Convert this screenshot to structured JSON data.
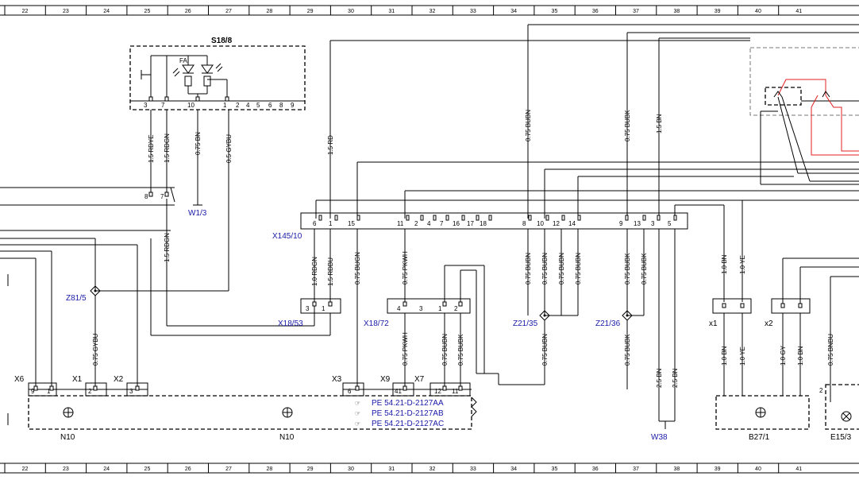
{
  "grid_columns": [
    "22",
    "23",
    "24",
    "25",
    "26",
    "27",
    "28",
    "29",
    "30",
    "31",
    "32",
    "33",
    "34",
    "35",
    "36",
    "37",
    "38",
    "39",
    "40",
    "41"
  ],
  "components": {
    "s18_8": {
      "label": "S18/8",
      "fa_label": "FA",
      "pins": [
        "3",
        "7",
        "10",
        "1",
        "2",
        "4",
        "5",
        "6",
        "8",
        "9"
      ]
    },
    "x145_10": {
      "label": "X145/10",
      "pins": [
        "6",
        "1",
        "15",
        "11",
        "2",
        "4",
        "7",
        "16",
        "17",
        "18",
        "8",
        "10",
        "12",
        "14",
        "9",
        "13",
        "3",
        "5"
      ]
    },
    "x18_53": {
      "label": "X18/53",
      "pins": [
        "3",
        "1"
      ]
    },
    "x18_72": {
      "label": "X18/72",
      "pins": [
        "4",
        "3",
        "1",
        "2"
      ]
    },
    "z81_5": {
      "label": "Z81/5"
    },
    "z21_35": {
      "label": "Z21/35"
    },
    "z21_36": {
      "label": "Z21/36"
    },
    "w1_3": {
      "label": "W1/3"
    },
    "w38": {
      "label": "W38"
    },
    "x1": {
      "label": "x1"
    },
    "x2": {
      "label": "x2"
    },
    "b27_1": {
      "label": "B27/1"
    },
    "e15": {
      "label": "E15/3",
      "pin": "2"
    },
    "n10_left": {
      "label": "N10"
    },
    "n10_right": {
      "label": "N10"
    },
    "splice_8_7": {
      "pins": [
        "8",
        "7"
      ]
    },
    "n10_connectors": [
      {
        "label": "X6",
        "pins": [
          "9",
          "1"
        ]
      },
      {
        "label": "X1",
        "pins": [
          "2"
        ]
      },
      {
        "label": "X2",
        "pins": [
          "3"
        ]
      },
      {
        "label": "X3",
        "pins": [
          "6"
        ]
      },
      {
        "label": "X9",
        "pins": [
          "41"
        ]
      },
      {
        "label": "X7",
        "pins": [
          "12",
          "11"
        ]
      }
    ]
  },
  "wire_labels": {
    "s18_rdye": "1.5 RDYE",
    "s18_rdgn": "1.5 RDGN",
    "s18_bn": "0.75 BN",
    "s18_gybu": "0.5 GYBU",
    "rd_top": "1.5 RD",
    "bubn_top": "0.75 BUBN",
    "bubk_top": "0.75 BUBK",
    "bn_top": "1.5 BN",
    "rdgn_mid": "1.5 RDGN",
    "x145_rdgn": "1.0 RDGN",
    "x145_rdbu": "1.5 RDBU",
    "x145_bugn": "0.75 BUGN",
    "x145_pkwh": "0.75 PKWH",
    "x145_bubn1": "0.75 BUBN",
    "x145_bubn2": "0.75 BUBN",
    "x145_bubn3": "0.75 BUBN",
    "x145_bubn4": "0.75 BUBN",
    "x145_bubk1": "0.75 BUBK",
    "x145_bubk2": "0.75 BUBK",
    "bn_x1": "1.0 BN",
    "ye_x1": "1.0 YE",
    "z81_gybu": "0.75 GYBU",
    "x18_pkwh": "0.75 PKWH",
    "x18_bubn": "0.75 BUBN",
    "x18_bubk": "0.75 BUBK",
    "z21_35_bubn": "0.75 BUBN",
    "z21_36_bubk": "0.75 BUBK",
    "w38_bn1": "2.5 BN",
    "w38_bn2": "2.5 BN",
    "b27_bn": "1.0 BN",
    "b27_ye": "1.0 YE",
    "b27_gy": "1.0 GY",
    "b27_bn2": "1.0 BN",
    "e15_bnbu": "0.75 BNBU"
  },
  "references": [
    "PE 54.21-D-2127AA",
    "PE 54.21-D-2127AB",
    "PE 54.21-D-2127AC"
  ],
  "colors": {
    "wire": "#000000",
    "highlight_wire": "#e02020",
    "designator": "#1a1aa8"
  }
}
